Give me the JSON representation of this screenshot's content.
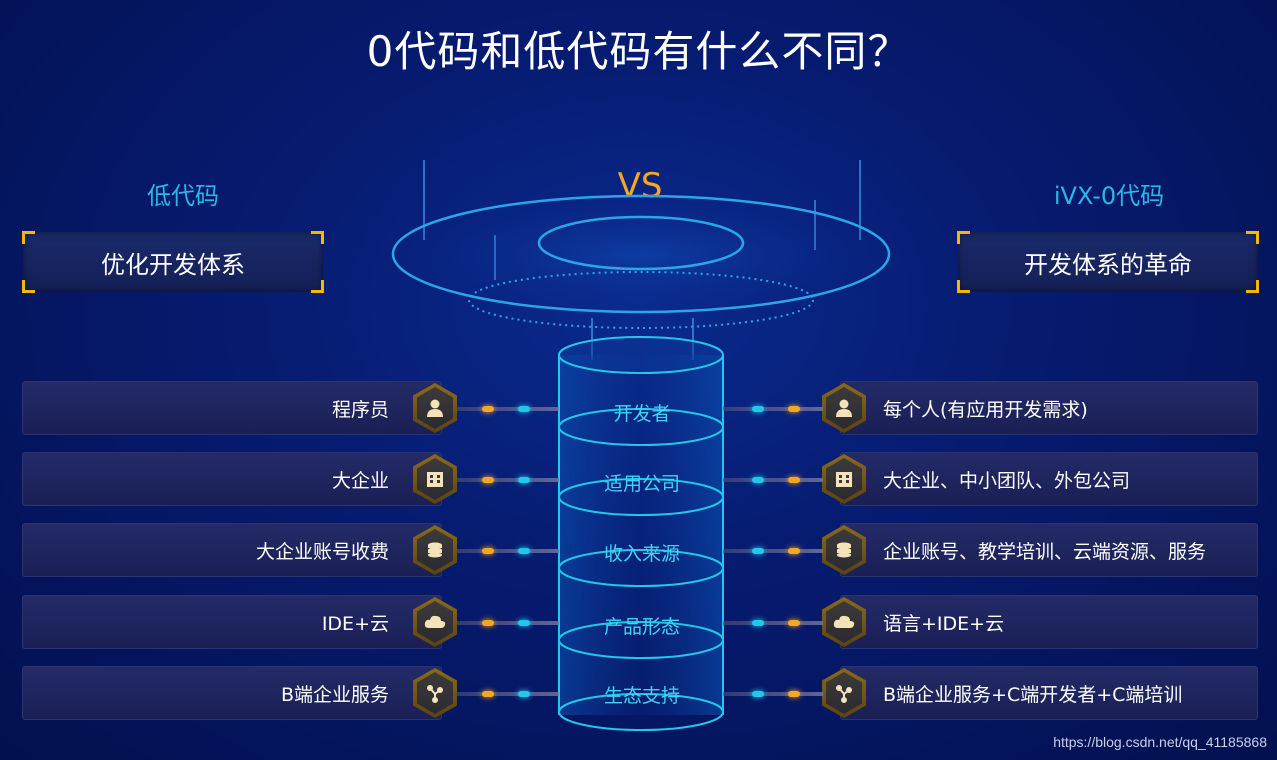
{
  "title": "0代码和低代码有什么不同？",
  "vs": "VS",
  "left": {
    "heading": "低代码",
    "tagline": "优化开发体系"
  },
  "right": {
    "heading": "iVX-0代码",
    "tagline": "开发体系的革命"
  },
  "rows": [
    {
      "center": "开发者",
      "left": "程序员",
      "right": "每个人(有应用开发需求)",
      "icon": "user-icon"
    },
    {
      "center": "适用公司",
      "left": "大企业",
      "right": "大企业、中小团队、外包公司",
      "icon": "building-icon"
    },
    {
      "center": "收入来源",
      "left": "大企业账号收费",
      "right": "企业账号、教学培训、云端资源、服务",
      "icon": "coins-icon"
    },
    {
      "center": "产品形态",
      "left": "IDE+云",
      "right": "语言+IDE+云",
      "icon": "cloud-icon"
    },
    {
      "center": "生态支持",
      "left": "B端企业服务",
      "right": "B端企业服务+C端开发者+C端培训",
      "icon": "share-icon"
    }
  ],
  "watermark": "https://blog.csdn.net/qq_41185868",
  "colors": {
    "accent_cyan": "#2ab7e8",
    "accent_gold": "#f5a623",
    "background": "#061a6e"
  }
}
